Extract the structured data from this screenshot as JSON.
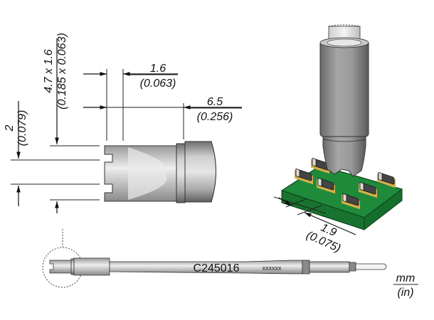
{
  "drawing": {
    "part_number": "C245016",
    "serial_placeholder": "xxxxxx",
    "units": {
      "primary": "mm",
      "secondary": "(in)"
    },
    "dimensions": {
      "slot_width": {
        "mm": "2",
        "in": "(0.079)"
      },
      "tip_size": {
        "mm": "4.7 x 1.6",
        "in": "(0.185 x 0.063)"
      },
      "prong_length": {
        "mm": "1.6",
        "in": "(0.063)"
      },
      "tip_length": {
        "mm": "6.5",
        "in": "(0.256)"
      },
      "pcb_pitch": {
        "mm": "1.9",
        "in": "(0.075)"
      }
    },
    "colors": {
      "pcb_green": "#1e8a3a",
      "pad_gold": "#d4b04a",
      "tip_grey": "#8f8f8f"
    }
  }
}
